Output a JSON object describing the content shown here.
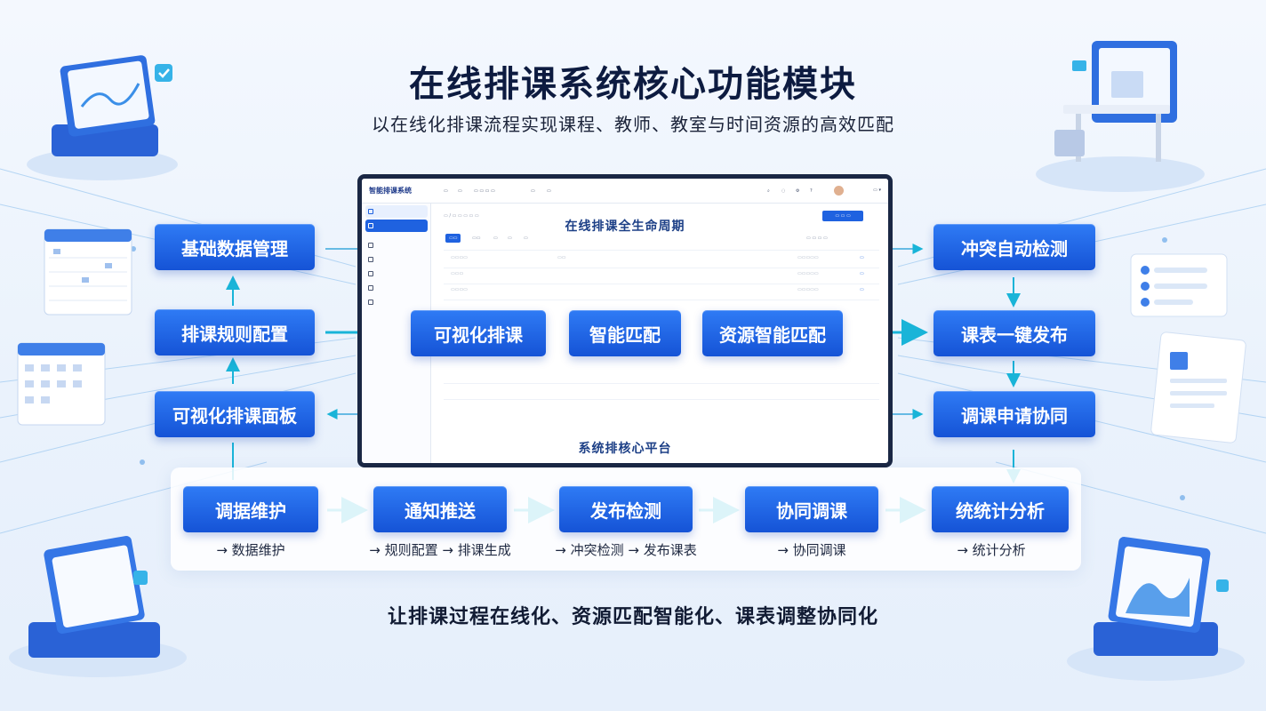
{
  "title": "在线排课系统核心功能模块",
  "subtitle": "以在线化排课流程实现课程、教师、教室与时间资源的高效匹配",
  "laptop": {
    "heading": "在线排课全生命周期",
    "app_name": "智能排课系统"
  },
  "left_column": [
    "基础数据管理",
    "排课规则配置",
    "可视化排课面板"
  ],
  "center_row": [
    "可视化排课",
    "智能匹配",
    "资源智能匹配"
  ],
  "right_column": [
    "冲突自动检测",
    "课表一键发布",
    "调课申请协同"
  ],
  "platform": {
    "label": "系统排核心平台",
    "steps": [
      "调据维护",
      "通知推送",
      "发布检测",
      "协同调课",
      "统统计分析"
    ],
    "captions": [
      "→ 数据维护",
      "→ 规则配置 → 排课生成",
      "→ 冲突检测 → 发布课表",
      "→ 协同调课",
      "→ 统计分析"
    ]
  },
  "tagline": "让排课过程在线化、资源匹配智能化、课表调整协同化",
  "colors": {
    "box_blue": "#1f62e0",
    "arrow_cyan": "#19b4d8",
    "title_navy": "#0d1b40"
  }
}
